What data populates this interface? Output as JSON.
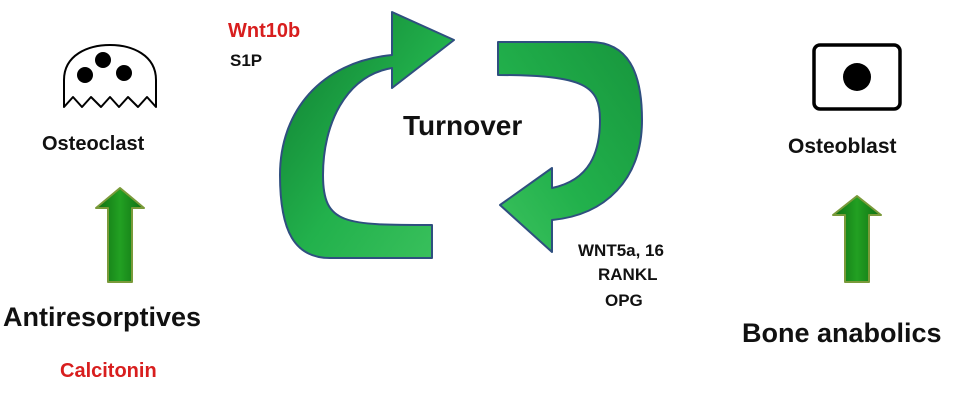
{
  "labels": {
    "wnt10b": "Wnt10b",
    "s1p": "S1P",
    "turnover": "Turnover",
    "osteoclast": "Osteoclast",
    "osteoblast": "Osteoblast",
    "antiresorptives": "Antiresorptives",
    "calcitonin": "Calcitonin",
    "bone_anabolics": "Bone anabolics",
    "wnt5a": "WNT5a, 16",
    "rankl": "RANKL",
    "opg": "OPG"
  },
  "colors": {
    "arrow_fill": "#22b14c",
    "arrow_dark": "#0e7a2f",
    "arrow_stroke": "#2f4f7f",
    "up_arrow_fill": "#1f8a1f",
    "up_arrow_stroke": "#7a9a3a",
    "highlight_red": "#d81e1e"
  },
  "icons": {
    "osteoclast": "osteoclast-cell-icon",
    "osteoblast": "osteoblast-cell-icon"
  }
}
